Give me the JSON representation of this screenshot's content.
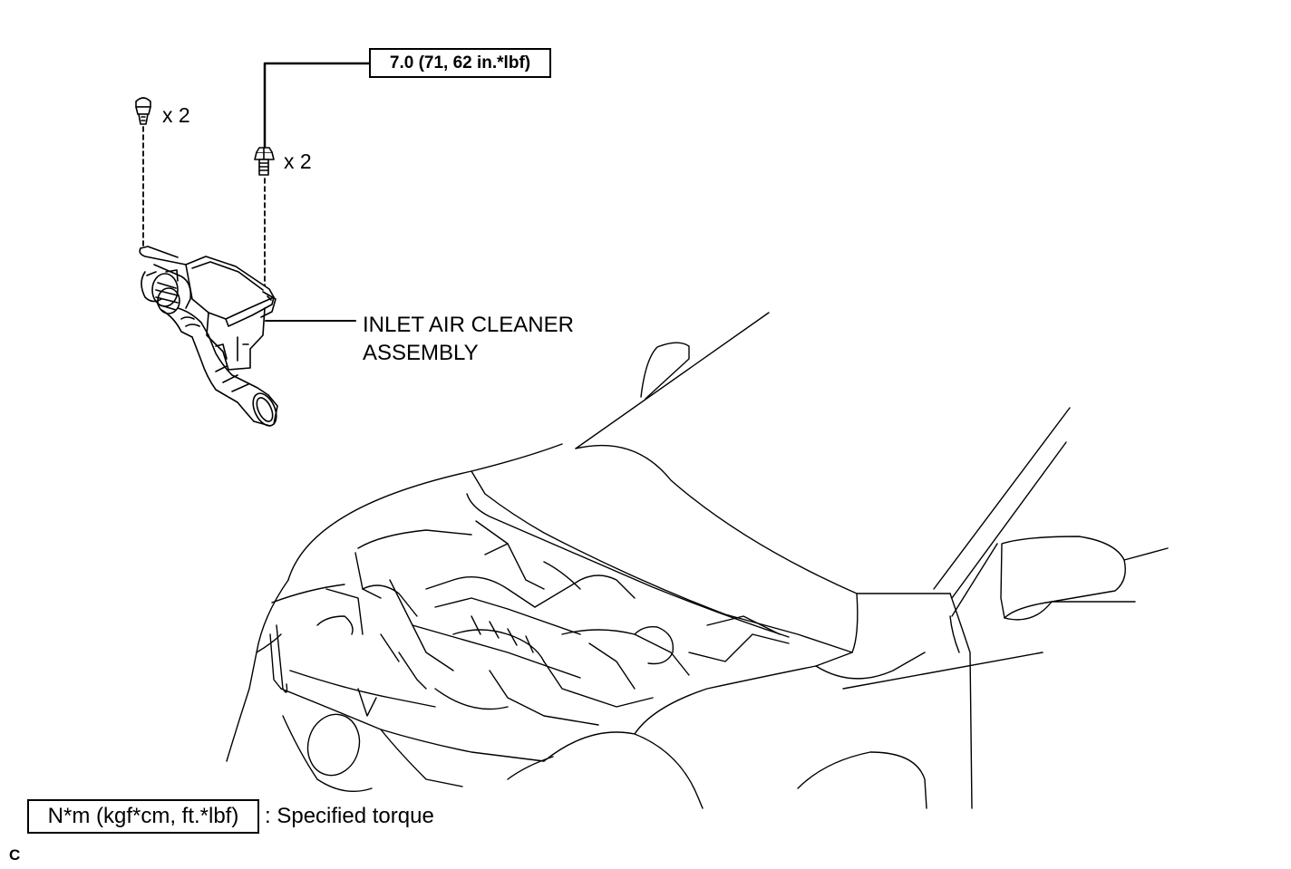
{
  "callouts": {
    "torque_value": "7.0 (71, 62 in.*lbf)",
    "clip_quantity": "x 2",
    "bolt_quantity": "x 2",
    "part_name_line1": "INLET AIR CLEANER",
    "part_name_line2": "ASSEMBLY"
  },
  "legend": {
    "unit_box": "N*m (kgf*cm, ft.*lbf)",
    "description": ": Specified torque"
  },
  "corner_mark": "C",
  "icons": [
    "clip-icon",
    "bolt-icon",
    "air-cleaner-illustration",
    "vehicle-engine-bay-illustration"
  ],
  "colors": {
    "line": "#000000",
    "background": "#ffffff"
  }
}
